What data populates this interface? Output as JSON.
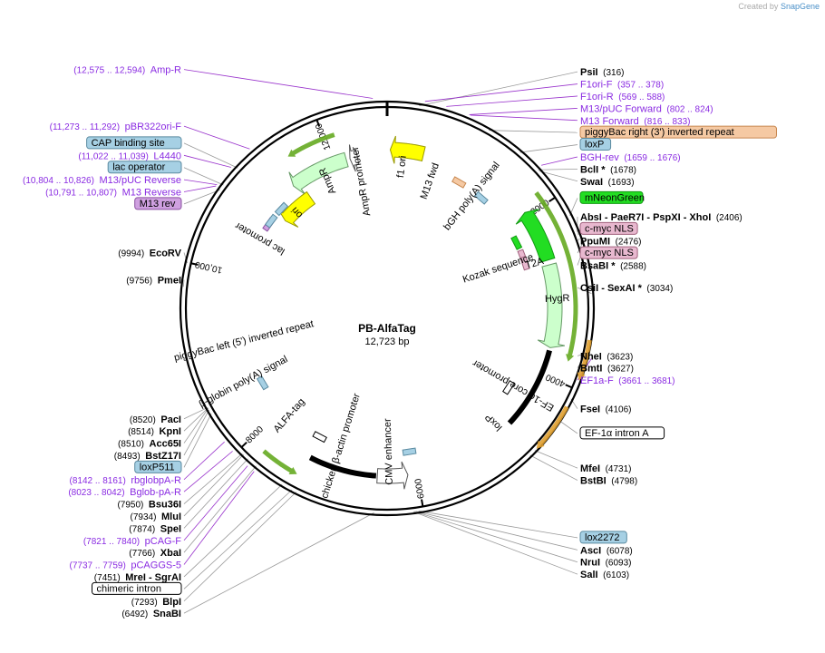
{
  "credit": {
    "prefix": "Created by",
    "brand": "SnapGene"
  },
  "plasmid": {
    "name": "PB-AlfaTag",
    "length_label": "12,723 bp",
    "length": 12723
  },
  "ticks": [
    {
      "label": "2000",
      "pos": 2000
    },
    {
      "label": "4000",
      "pos": 4000
    },
    {
      "label": "6000",
      "pos": 6000
    },
    {
      "label": "8000",
      "pos": 8000
    },
    {
      "label": "10,000",
      "pos": 10000
    },
    {
      "label": "12,000",
      "pos": 12000
    }
  ],
  "sites": [
    {
      "name": "PsiI",
      "pos": "(316)",
      "bp": 316,
      "side": "right"
    },
    {
      "name": "BclI *",
      "pos": "(1678)",
      "bp": 1678,
      "side": "right"
    },
    {
      "name": "SwaI",
      "pos": "(1693)",
      "bp": 1693,
      "side": "right"
    },
    {
      "name": "AbsI  - PaeR7I  - PspXI  - XhoI",
      "pos": "(2406)",
      "bp": 2406,
      "side": "right"
    },
    {
      "name": "PpuMI",
      "pos": "(2476)",
      "bp": 2476,
      "side": "right"
    },
    {
      "name": "BsaBI *",
      "pos": "(2588)",
      "bp": 2588,
      "side": "right"
    },
    {
      "name": "CsiI  - SexAI *",
      "pos": "(3034)",
      "bp": 3034,
      "side": "right"
    },
    {
      "name": "NheI",
      "pos": "(3623)",
      "bp": 3623,
      "side": "right"
    },
    {
      "name": "BmtI",
      "pos": "(3627)",
      "bp": 3627,
      "side": "right"
    },
    {
      "name": "FseI",
      "pos": "(4106)",
      "bp": 4106,
      "side": "right"
    },
    {
      "name": "MfeI",
      "pos": "(4731)",
      "bp": 4731,
      "side": "right"
    },
    {
      "name": "BstBI",
      "pos": "(4798)",
      "bp": 4798,
      "side": "right"
    },
    {
      "name": "AscI",
      "pos": "(6078)",
      "bp": 6078,
      "side": "right"
    },
    {
      "name": "NruI",
      "pos": "(6093)",
      "bp": 6093,
      "side": "right"
    },
    {
      "name": "SalI",
      "pos": "(6103)",
      "bp": 6103,
      "side": "right"
    },
    {
      "name": "SnaBI",
      "pos": "(6492)",
      "bp": 6492,
      "side": "left"
    },
    {
      "name": "BlpI",
      "pos": "(7293)",
      "bp": 7293,
      "side": "left"
    },
    {
      "name": "MreI  - SgrAI",
      "pos": "(7451)",
      "bp": 7451,
      "side": "left"
    },
    {
      "name": "XbaI",
      "pos": "(7766)",
      "bp": 7766,
      "side": "left"
    },
    {
      "name": "SpeI",
      "pos": "(7874)",
      "bp": 7874,
      "side": "left"
    },
    {
      "name": "MluI",
      "pos": "(7934)",
      "bp": 7934,
      "side": "left"
    },
    {
      "name": "Bsu36I",
      "pos": "(7950)",
      "bp": 7950,
      "side": "left"
    },
    {
      "name": "BstZ17I",
      "pos": "(8493)",
      "bp": 8493,
      "side": "left"
    },
    {
      "name": "Acc65I",
      "pos": "(8510)",
      "bp": 8510,
      "side": "left"
    },
    {
      "name": "KpnI",
      "pos": "(8514)",
      "bp": 8514,
      "side": "left"
    },
    {
      "name": "PacI",
      "pos": "(8520)",
      "bp": 8520,
      "side": "left"
    },
    {
      "name": "PmeI",
      "pos": "(9756)",
      "bp": 9756,
      "side": "left"
    },
    {
      "name": "EcoRV",
      "pos": "(9994)",
      "bp": 9994,
      "side": "left"
    }
  ],
  "primers": [
    {
      "name": "F1ori-F",
      "pos": "(357 .. 378)",
      "bp": 367,
      "side": "right"
    },
    {
      "name": "F1ori-R",
      "pos": "(569 .. 588)",
      "bp": 578,
      "side": "right"
    },
    {
      "name": "M13/pUC Forward",
      "pos": "(802 .. 824)",
      "bp": 813,
      "side": "right"
    },
    {
      "name": "M13 Forward",
      "pos": "(816 .. 833)",
      "bp": 824,
      "side": "right"
    },
    {
      "name": "BGH-rev",
      "pos": "(1659 .. 1676)",
      "bp": 1667,
      "side": "right"
    },
    {
      "name": "EF1a-F",
      "pos": "(3661 .. 3681)",
      "bp": 3671,
      "side": "right"
    },
    {
      "name": "pCAG-F",
      "pos": "(7821 .. 7840)",
      "bp": 7830,
      "side": "left"
    },
    {
      "name": "pCAGGS-5",
      "pos": "(7737 .. 7759)",
      "bp": 7748,
      "side": "left"
    },
    {
      "name": "rbglobpA-R",
      "pos": "(8142 .. 8161)",
      "bp": 8151,
      "side": "left"
    },
    {
      "name": "Bglob-pA-R",
      "pos": "(8023 .. 8042)",
      "bp": 8032,
      "side": "left"
    },
    {
      "name": "M13 Reverse",
      "pos": "(10,791 .. 10,807)",
      "bp": 10799,
      "side": "left"
    },
    {
      "name": "M13/pUC Reverse",
      "pos": "(10,804 .. 10,826)",
      "bp": 10815,
      "side": "left"
    },
    {
      "name": "L4440",
      "pos": "(11,022 .. 11,039)",
      "bp": 11030,
      "side": "left"
    },
    {
      "name": "pBR322ori-F",
      "pos": "(11,273 .. 11,292)",
      "bp": 11282,
      "side": "left"
    },
    {
      "name": "Amp-R",
      "pos": "(12,575 .. 12,594)",
      "bp": 12585,
      "side": "left"
    }
  ],
  "boxed_labels": [
    {
      "name": "piggyBac right (3') inverted repeat",
      "fill": "#f5c9a3",
      "stroke": "#c88850",
      "bp": 1050
    },
    {
      "name": "loxP",
      "fill": "#a6d0e4",
      "stroke": "#5a8aa0",
      "bp": 1430
    },
    {
      "name": "mNeonGreen",
      "fill": "#22dd22",
      "stroke": "#129912",
      "bp": 2230
    },
    {
      "name": "c-myc NLS",
      "fill": "#e8b8cf",
      "stroke": "#a0607c",
      "bp": 2440
    },
    {
      "name": "c-myc NLS",
      "fill": "#e8b8cf",
      "stroke": "#a0607c",
      "bp": 2540
    },
    {
      "name": "EF-1α intron A",
      "fill": "#ffffff",
      "stroke": "#000000",
      "bp": 4350
    },
    {
      "name": "lox2272",
      "fill": "#a6d0e4",
      "stroke": "#5a8aa0",
      "bp": 6050
    },
    {
      "name": "chimeric intron",
      "fill": "#ffffff",
      "stroke": "#000000",
      "bp": 7340
    },
    {
      "name": "loxP511",
      "fill": "#a6d0e4",
      "stroke": "#5a8aa0",
      "bp": 8450
    },
    {
      "name": "M13 rev",
      "fill": "#cfa0e0",
      "stroke": "#8a50a0",
      "bp": 10790
    },
    {
      "name": "lac operator",
      "fill": "#a6d0e4",
      "stroke": "#5a8aa0",
      "bp": 10850
    },
    {
      "name": "CAP binding site",
      "fill": "#a6d0e4",
      "stroke": "#5a8aa0",
      "bp": 11070
    }
  ],
  "features": [
    {
      "name": "f1 ori",
      "start": 40,
      "end": 470,
      "dir": "rev",
      "r": 175,
      "fill": "#ffff00",
      "stroke": "#999900"
    },
    {
      "name": "AmpR",
      "start": 11400,
      "end": 12180,
      "dir": "rev",
      "r": 170,
      "fill": "#ccffcc",
      "stroke": "#669966"
    },
    {
      "name": "ori",
      "start": 10980,
      "end": 11500,
      "dir": "rev",
      "r": 148,
      "fill": "#ffff00",
      "stroke": "#999900"
    },
    {
      "name": "AmpR promoter",
      "start": 12230,
      "end": 12330,
      "dir": "rev",
      "r": 170,
      "fill": "#ffffff",
      "stroke": "#555555"
    },
    {
      "name": "mNeonGreen",
      "start": 1950,
      "end": 2590,
      "dir": "rev",
      "r": 185,
      "fill": "#22dd22",
      "stroke": "#129912"
    },
    {
      "name": "HygR",
      "start": 2650,
      "end": 3660,
      "dir": "fwd",
      "r": 185,
      "fill": "#ccffcc",
      "stroke": "#669966"
    },
    {
      "name": "EF-1α core promoter",
      "start": 3700,
      "end": 4700,
      "dir": "none",
      "r": 185,
      "fill": "#000000",
      "stroke": "#000000"
    },
    {
      "name": "CMV enhancer",
      "start": 6110,
      "end": 6480,
      "dir": "rev",
      "r": 185,
      "fill": "#ffffff",
      "stroke": "#555555"
    },
    {
      "name": "chicken β-actin promoter",
      "start": 6500,
      "end": 7320,
      "dir": "none",
      "r": 185,
      "fill": "#000000",
      "stroke": "#000000"
    }
  ],
  "outer_arcs": [
    {
      "name": "",
      "start": 1850,
      "end": 3750,
      "r": 208,
      "dir": "fwd",
      "fill": "#66aa22"
    },
    {
      "name": "",
      "start": 3500,
      "end": 3900,
      "r": 226,
      "dir": "fwd",
      "fill": "#e0a030"
    },
    {
      "name": "",
      "start": 4200,
      "end": 4700,
      "r": 226,
      "dir": "fwd",
      "fill": "#e0a030"
    },
    {
      "name": "",
      "start": 7380,
      "end": 7800,
      "r": 208,
      "dir": "rev",
      "fill": "#66aa22"
    },
    {
      "name": "",
      "start": 11560,
      "end": 12120,
      "r": 200,
      "dir": "rev",
      "fill": "#66aa22"
    }
  ],
  "inner_labels": [
    {
      "text": "AmpR",
      "bp": 11880,
      "r": 155
    },
    {
      "text": "AmpR promoter",
      "bp": 12360,
      "r": 143
    },
    {
      "text": "f1 ori",
      "bp": 250,
      "r": 157
    },
    {
      "text": "M13 fwd",
      "bp": 700,
      "r": 148
    },
    {
      "text": "bGH poly(A) signal",
      "bp": 1350,
      "r": 155
    },
    {
      "text": "Kozak sequence",
      "bp": 2530,
      "r": 130
    },
    {
      "text": "T2A",
      "bp": 2620,
      "r": 170
    },
    {
      "text": "HygR",
      "bp": 3100,
      "r": 188
    },
    {
      "text": "EF-1α core promoter",
      "bp": 4250,
      "r": 163
    },
    {
      "text": "loxP",
      "bp": 4800,
      "r": 172
    },
    {
      "text": "CMV enhancer",
      "bp": 6300,
      "r": 158
    },
    {
      "text": "chicken β-actin promoter",
      "bp": 6980,
      "r": 160
    },
    {
      "text": "ALFA-tag",
      "bp": 7820,
      "r": 160
    },
    {
      "text": "β-globin poly(A) signal",
      "bp": 8550,
      "r": 178
    },
    {
      "text": "piggyBac left (5') inverted repeat",
      "bp": 9050,
      "r": 162
    },
    {
      "text": "lac promoter",
      "bp": 10600,
      "r": 160
    },
    {
      "text": "ori",
      "bp": 11240,
      "r": 145
    }
  ]
}
